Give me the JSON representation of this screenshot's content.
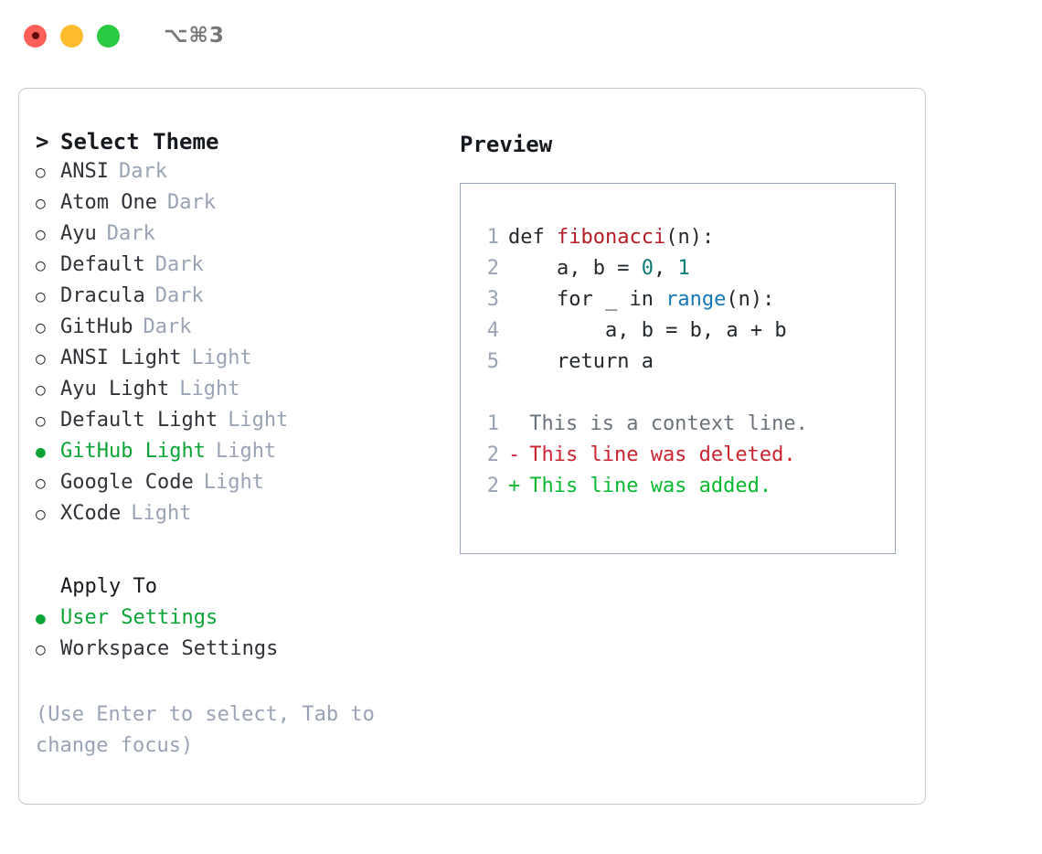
{
  "titlebar": {
    "shortcut": "⌥⌘3",
    "buttons": [
      "close",
      "minimize",
      "maximize"
    ]
  },
  "theme_list": {
    "header_caret": ">",
    "header": "Select Theme",
    "bullet_selected": "●",
    "bullet_unselected": "○",
    "items": [
      {
        "label": "ANSI",
        "badge": "Dark",
        "selected": false
      },
      {
        "label": "Atom One",
        "badge": "Dark",
        "selected": false
      },
      {
        "label": "Ayu",
        "badge": "Dark",
        "selected": false
      },
      {
        "label": "Default",
        "badge": "Dark",
        "selected": false
      },
      {
        "label": "Dracula",
        "badge": "Dark",
        "selected": false
      },
      {
        "label": "GitHub",
        "badge": "Dark",
        "selected": false
      },
      {
        "label": "ANSI Light",
        "badge": "Light",
        "selected": false
      },
      {
        "label": "Ayu Light",
        "badge": "Light",
        "selected": false
      },
      {
        "label": "Default Light",
        "badge": "Light",
        "selected": false
      },
      {
        "label": "GitHub Light",
        "badge": "Light",
        "selected": true
      },
      {
        "label": "Google Code",
        "badge": "Light",
        "selected": false
      },
      {
        "label": "XCode",
        "badge": "Light",
        "selected": false
      }
    ]
  },
  "apply_to": {
    "title": "Apply To",
    "items": [
      {
        "label": "User Settings",
        "selected": true
      },
      {
        "label": "Workspace Settings",
        "selected": false
      }
    ]
  },
  "hint": "(Use Enter to select, Tab to change focus)",
  "preview": {
    "title": "Preview",
    "code_lines": [
      {
        "n": "1",
        "segments": [
          {
            "t": "def ",
            "c": "plain"
          },
          {
            "t": "fibonacci",
            "c": "fn"
          },
          {
            "t": "(n):",
            "c": "plain"
          }
        ]
      },
      {
        "n": "2",
        "segments": [
          {
            "t": "    a, b = ",
            "c": "plain"
          },
          {
            "t": "0",
            "c": "num"
          },
          {
            "t": ", ",
            "c": "plain"
          },
          {
            "t": "1",
            "c": "num"
          }
        ]
      },
      {
        "n": "3",
        "segments": [
          {
            "t": "    for _ in ",
            "c": "plain"
          },
          {
            "t": "range",
            "c": "call"
          },
          {
            "t": "(n):",
            "c": "plain"
          }
        ]
      },
      {
        "n": "4",
        "segments": [
          {
            "t": "        a, b = b, a + b",
            "c": "plain"
          }
        ]
      },
      {
        "n": "5",
        "segments": [
          {
            "t": "    return a",
            "c": "plain"
          }
        ]
      }
    ],
    "diff_lines": [
      {
        "n": "1",
        "mark": " ",
        "text": "This is a context line.",
        "kind": "ctx"
      },
      {
        "n": "2",
        "mark": "-",
        "text": "This line was deleted.",
        "kind": "del"
      },
      {
        "n": "2",
        "mark": "+",
        "text": "This line was added.",
        "kind": "add"
      }
    ]
  },
  "colors": {
    "accent_green": "#0ca436",
    "muted": "#9aa3b5",
    "diff_add": "#0ab832",
    "diff_del": "#cb2431",
    "fn": "#b31d28",
    "num": "#0a7b77",
    "call": "#1878b8"
  }
}
